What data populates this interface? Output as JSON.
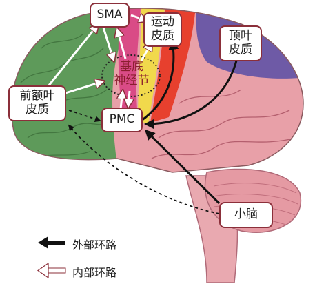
{
  "labels": {
    "sma": "SMA",
    "motor_cortex": [
      "运动",
      "皮质"
    ],
    "parietal_cortex": [
      "顶叶",
      "皮质"
    ],
    "prefrontal_cortex": [
      "前额叶",
      "皮质"
    ],
    "basal_ganglia": [
      "基底",
      "神经节"
    ],
    "pmc": "PMC",
    "cerebellum": "小脑"
  },
  "legend": {
    "external_loop": "外部环路",
    "internal_loop": "内部环路"
  },
  "colors": {
    "frontal_green": "#5e9a5a",
    "prefrontal_pink": "#d94b86",
    "motor_yellow": "#f1d94c",
    "motor_red": "#e7402e",
    "parietal_purple": "#6e5aa6",
    "brain_pink": "#e8a0a8",
    "label_border": "#8b2f3a"
  }
}
